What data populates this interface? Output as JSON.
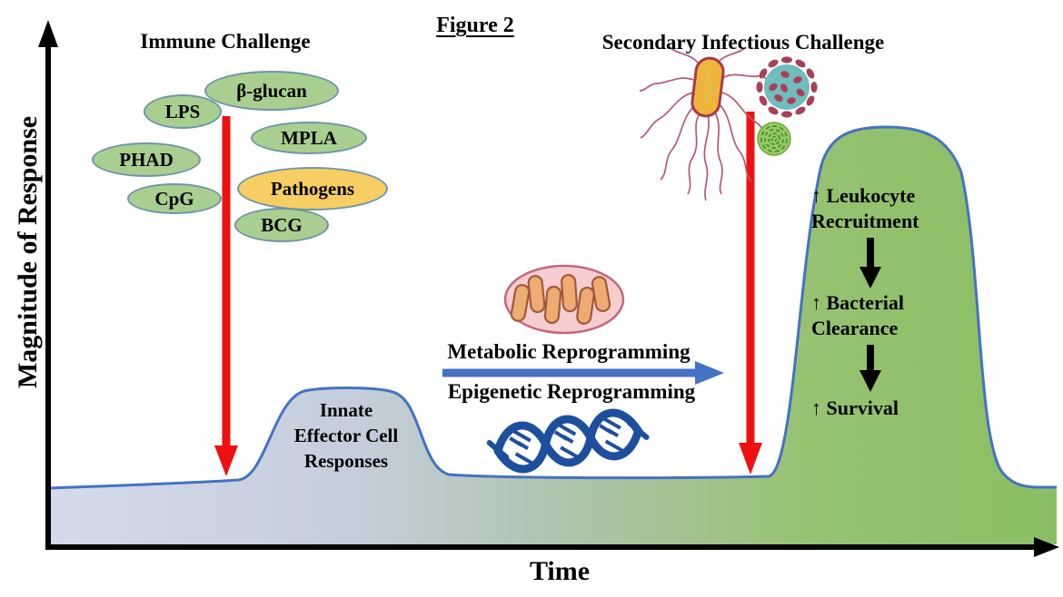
{
  "figure_label": "Figure 2",
  "axes": {
    "y_label": "Magnitude of Response",
    "x_label": "Time"
  },
  "immune_challenge": {
    "heading": "Immune Challenge",
    "stimuli": [
      {
        "label": "β-glucan",
        "style": "green"
      },
      {
        "label": "LPS",
        "style": "green"
      },
      {
        "label": "MPLA",
        "style": "green"
      },
      {
        "label": "PHAD",
        "style": "green"
      },
      {
        "label": "Pathogens",
        "style": "yellow"
      },
      {
        "label": "CpG",
        "style": "green"
      },
      {
        "label": "BCG",
        "style": "green"
      }
    ]
  },
  "primary_response": {
    "lines": [
      "Innate",
      "Effector Cell",
      "Responses"
    ]
  },
  "reprogramming": {
    "metabolic": "Metabolic Reprogramming",
    "epigenetic": "Epigenetic Reprogramming"
  },
  "secondary_challenge": {
    "heading": "Secondary Infectious Challenge"
  },
  "outcomes": [
    {
      "label": "↑ Leukocyte Recruitment"
    },
    {
      "label": "↑ Bacterial Clearance"
    },
    {
      "label": "↑ Survival"
    }
  ],
  "icons": {
    "middle": [
      "mitochondria-icon",
      "dna-helix-icon"
    ],
    "secondary": [
      "bacterium-icon",
      "virus-icon",
      "microbe-colony-icon"
    ]
  },
  "colors": {
    "oval_green": "#a9cf90",
    "oval_yellow": "#f6ce63",
    "oval_border": "#6f95a9",
    "curve_stroke": "#4472c4",
    "fill_left": "#d2d9e9",
    "fill_right": "#8abf63",
    "red_arrow": "#ee1111",
    "blue_arrow": "#4472c4",
    "axis": "#000000"
  }
}
